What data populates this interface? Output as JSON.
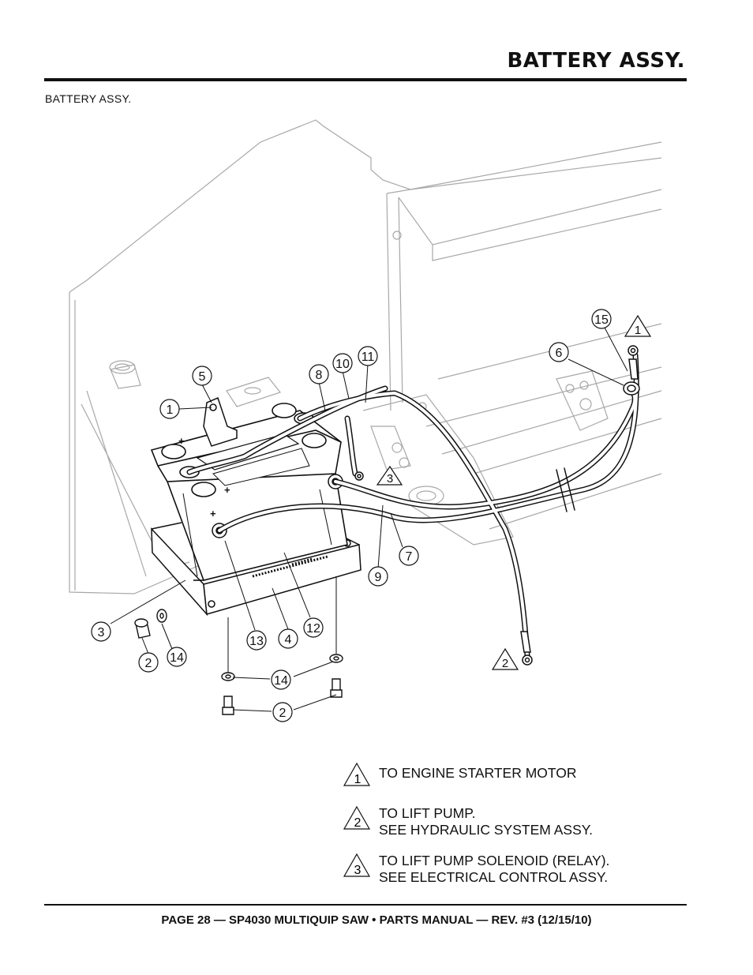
{
  "header": {
    "title": "BATTERY ASSY."
  },
  "section_label": "BATTERY ASSY.",
  "callouts": {
    "c1": "1",
    "c2a": "2",
    "c2b": "2",
    "c3": "3",
    "c4": "4",
    "c5": "5",
    "c6": "6",
    "c7": "7",
    "c8": "8",
    "c9": "9",
    "c10": "10",
    "c11": "11",
    "c12": "12",
    "c13": "13",
    "c14a": "14",
    "c14b": "14",
    "c15": "15"
  },
  "notes_markers": {
    "n1": "1",
    "n2": "2",
    "n3": "3"
  },
  "legend": [
    {
      "marker": "1",
      "lines": [
        "TO ENGINE STARTER MOTOR"
      ]
    },
    {
      "marker": "2",
      "lines": [
        "TO LIFT PUMP.",
        "SEE HYDRAULIC SYSTEM ASSY."
      ]
    },
    {
      "marker": "3",
      "lines": [
        "TO LIFT PUMP SOLENOID (RELAY).",
        "SEE ELECTRICAL CONTROL ASSY."
      ]
    }
  ],
  "footer": "PAGE 28 — SP4030 MULTIQUIP SAW • PARTS MANUAL — REV. #3 (12/15/10)"
}
